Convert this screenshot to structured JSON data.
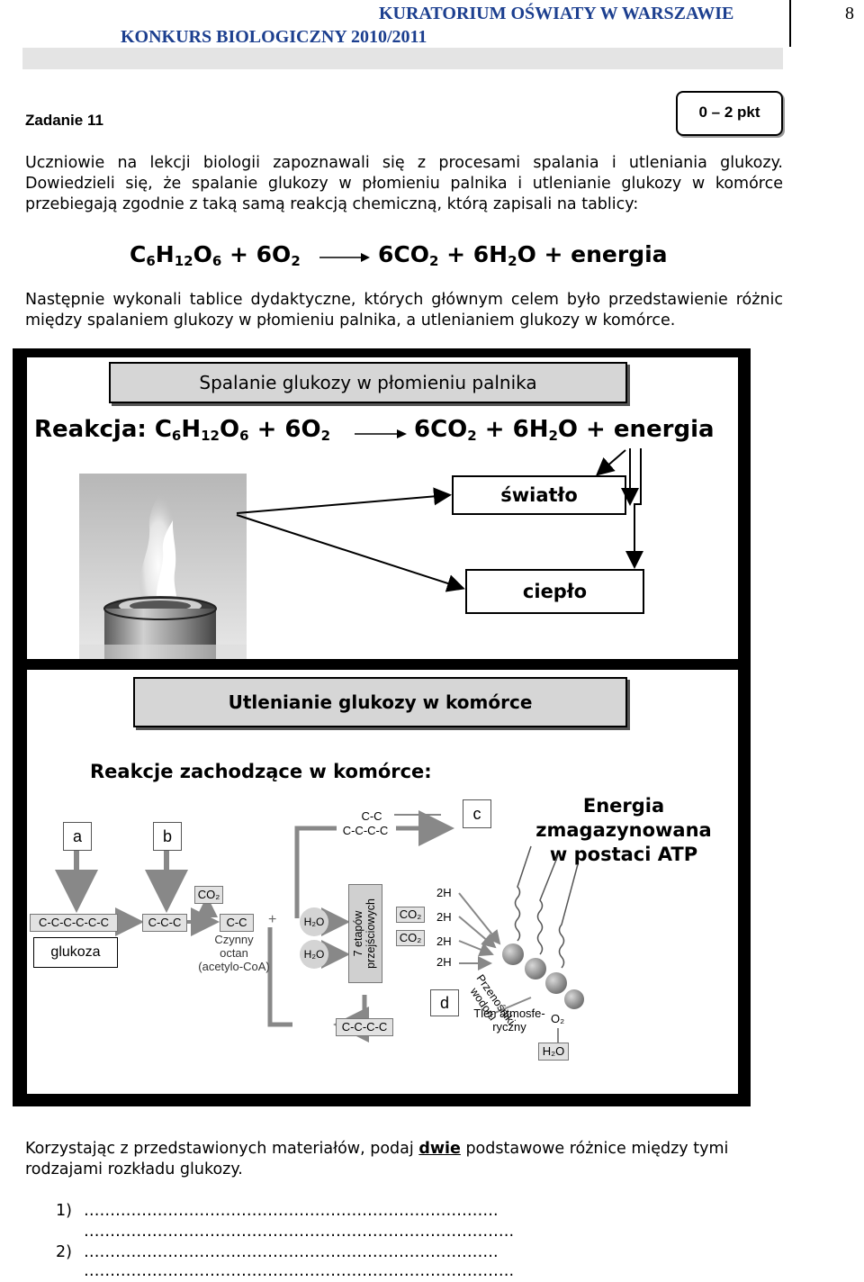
{
  "header": {
    "institution": "KURATORIUM OŚWIATY W WARSZAWIE",
    "contest": "KONKURS BIOLOGICZNY 2010/2011",
    "page_number": "8"
  },
  "task": {
    "title": "Zadanie 11",
    "points": "0 – 2 pkt",
    "intro": "Uczniowie na lekcji biologii zapoznawali się z procesami spalania i utleniania glukozy. Dowiedzieli się, że spalanie glukozy w płomieniu palnika i utlenianie glukozy w komórce przebiegają zgodnie z taką samą reakcją chemiczną, którą zapisali na tablicy:",
    "equation_left": "C₆H₁₂O₆ + 6O₂",
    "equation_right": "6CO₂ + 6H₂O + energia",
    "after": "Następnie wykonali tablice dydaktyczne, których głównym celem było przedstawienie różnic między spalaniem glukozy w płomieniu palnika, a utlenianiem glukozy w komórce."
  },
  "burner": {
    "title": "Spalanie glukozy w płomieniu palnika",
    "reaction_label": "Reakcja:",
    "light": "światło",
    "heat": "ciepło"
  },
  "cell": {
    "title": "Utlenianie glukozy w komórce",
    "reactions_label": "Reakcje zachodzące w komórce:",
    "energy_line1": "Energia",
    "energy_line2": "zmagazynowana",
    "energy_line3": "w postaci ATP",
    "labels": {
      "a": "a",
      "b": "b",
      "c": "c",
      "d": "d"
    },
    "glucose_chain": "C-C-C-C-C-C",
    "three_chain": "C-C-C",
    "two_chain": "C-C",
    "cc_top": "C-C",
    "cccc_top": "C-C-C-C",
    "cccc_bottom": "C-C-C-C",
    "co2": "CO₂",
    "h2o": "H₂O",
    "plus": "+",
    "two_h": "2H",
    "glucose": "glukoza",
    "acetyl_1": "Czynny",
    "acetyl_2": "octan",
    "acetyl_3": "(acetylo-CoA)",
    "krebs_1": "7 etapów",
    "krebs_2": "przejściowych",
    "carriers_1": "Przenośniki",
    "carriers_2": "wodoru",
    "oxygen_1": "Tlen atmosfe-",
    "oxygen_2": "ryczny",
    "o2": "O₂"
  },
  "question": {
    "text_before": "Korzystając z przedstawionych materiałów, podaj ",
    "emph": "dwie",
    "text_after": " podstawowe różnice między tymi rodzajami rozkładu glukozy.",
    "n1": "1)",
    "n2": "2)",
    "dots_long": "…………………………………………………………………….",
    "dots_full": "………………………………………………………………………."
  },
  "colors": {
    "header_blue": "#1c3f8f",
    "box_gray": "#d6d6d6"
  }
}
